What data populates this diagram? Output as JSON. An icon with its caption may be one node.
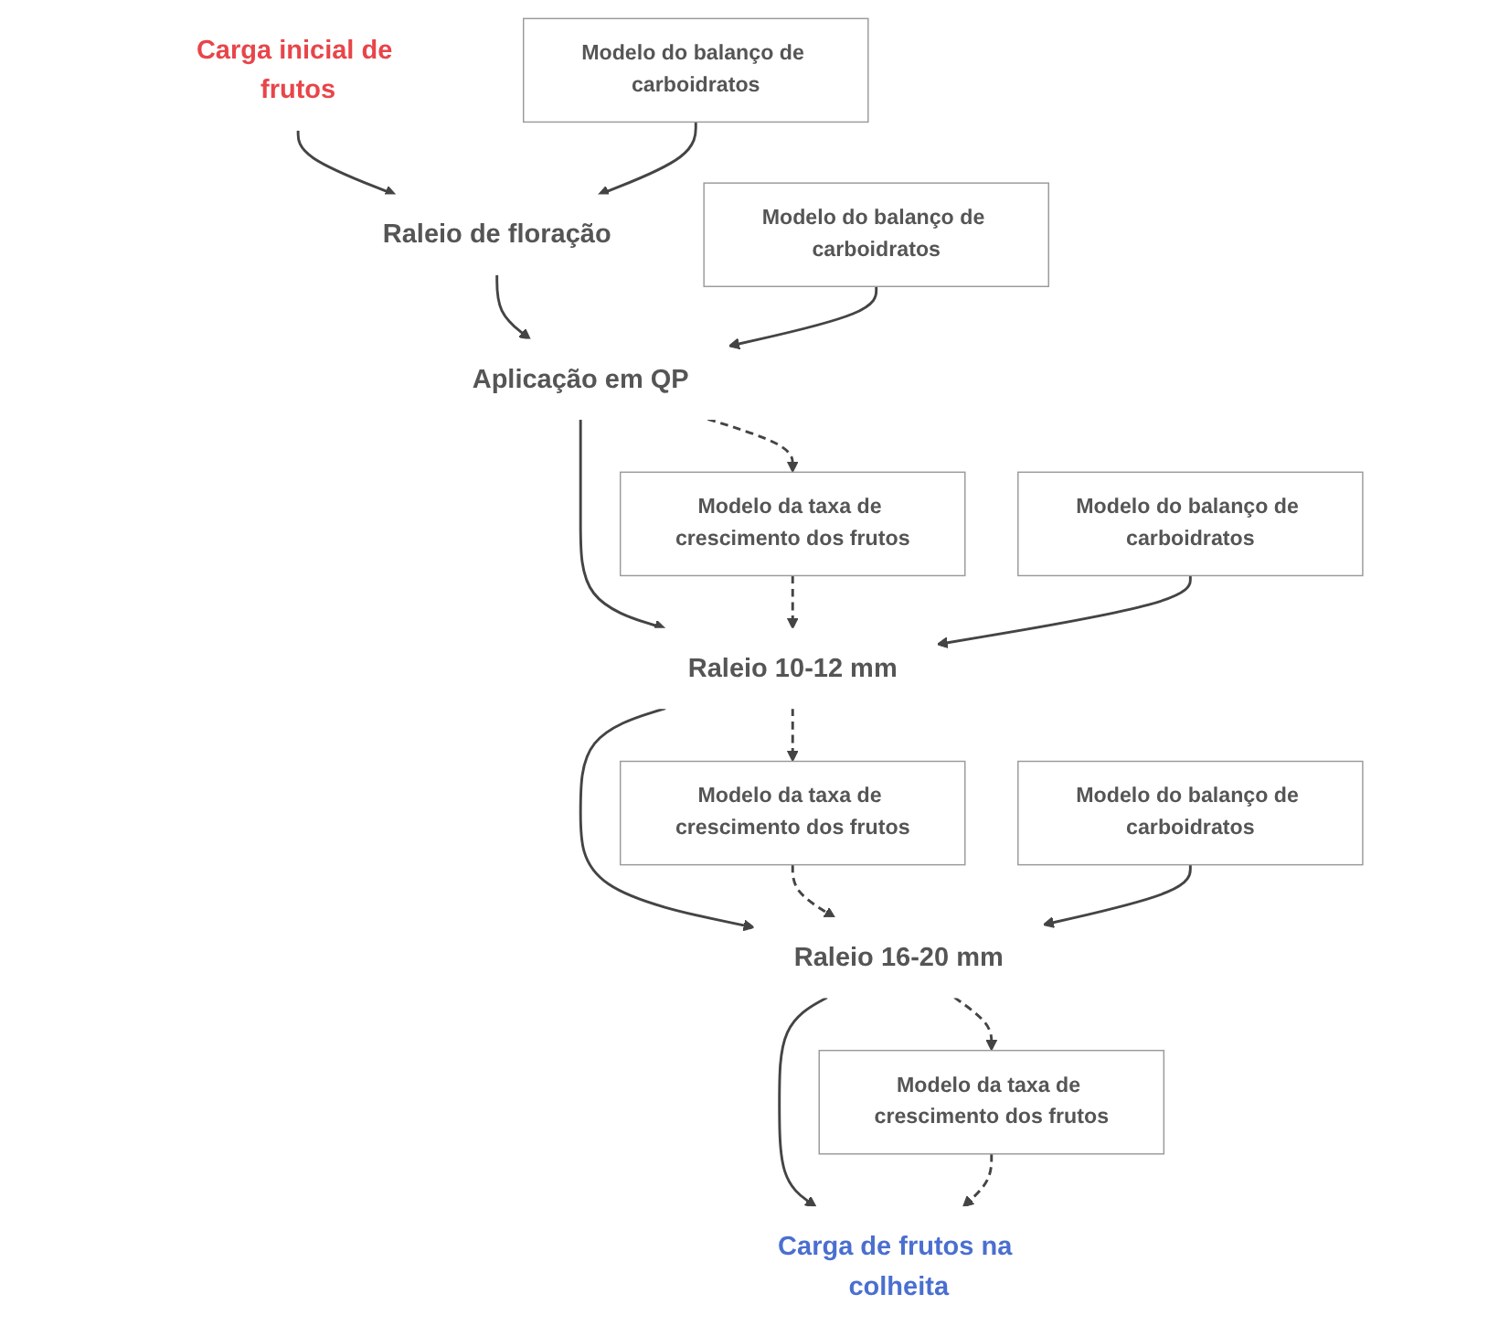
{
  "diagram": {
    "nodes": [
      {
        "text": [
          "Carga inicial de frutos"
        ]
      },
      {
        "text": [
          "Modelo do balanço de carboidratos"
        ]
      },
      {
        "text": [
          "Raleio de floração"
        ]
      },
      {
        "text": [
          "Modelo do balanço de carboidratos"
        ]
      },
      {
        "text": [
          "Aplicação em QP"
        ]
      },
      {
        "text": [
          "Modelo da taxa de crescimento dos frutos"
        ]
      },
      {
        "text": [
          "Modelo do balanço de carboidratos"
        ]
      },
      {
        "text": [
          "Raleio 10-12 mm"
        ]
      },
      {
        "text": [
          "Modelo da taxa de crescimento dos frutos"
        ]
      },
      {
        "text": [
          "Modelo do balanço de carboidratos"
        ]
      },
      {
        "text": [
          "Raleio 16-20 mm"
        ]
      },
      {
        "text": [
          "Modelo da taxa de crescimento dos frutos"
        ]
      },
      {
        "text": [
          "Carga de frutos na colheita"
        ]
      }
    ],
    "edges": [
      {
        "from": 0,
        "to": 2,
        "arrow": "to"
      },
      {
        "from": 1,
        "to": 2,
        "arrow": "to"
      },
      {
        "from": 2,
        "to": 4,
        "arrow": "to"
      },
      {
        "from": 3,
        "to": 4,
        "arrow": "to"
      },
      {
        "from": 4,
        "to": 7,
        "arrow": "to"
      },
      {
        "from": 4,
        "to": 5,
        "arrow": "to",
        "style": "dashed"
      },
      {
        "from": 5,
        "to": 7,
        "arrow": "to",
        "style": "dashed"
      },
      {
        "from": 6,
        "to": 7,
        "arrow": "to"
      },
      {
        "from": 7,
        "to": 10,
        "arrow": "to"
      },
      {
        "from": 7,
        "to": 8,
        "arrow": "to",
        "style": "dashed"
      },
      {
        "from": 8,
        "to": 10,
        "arrow": "to",
        "style": "dashed"
      },
      {
        "from": 9,
        "to": 10,
        "arrow": "to"
      },
      {
        "from": 10,
        "to": 12,
        "arrow": "to"
      },
      {
        "from": 10,
        "to": 11,
        "arrow": "to",
        "style": "dashed"
      },
      {
        "from": 11,
        "to": 12,
        "arrow": "to",
        "style": "dashed"
      }
    ]
  }
}
